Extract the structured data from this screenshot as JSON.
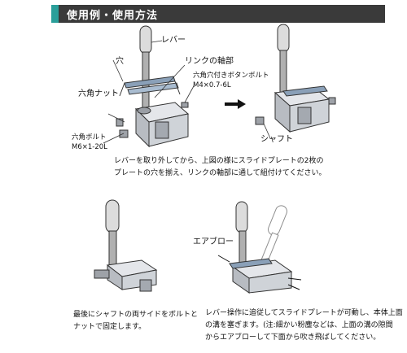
{
  "header": {
    "title": "使用例・使用方法"
  },
  "labels": {
    "lever": "レバー",
    "hole": "穴",
    "link_shaft": "リンクの軸部",
    "hex_socket_bolt_line1": "六角穴付きボタンボルト",
    "hex_socket_bolt_line2": "M4×0.7-6L",
    "hex_nut": "六角ナット",
    "hex_bolt_line1": "六角ボルト",
    "hex_bolt_line2": "M6×1-20L",
    "shaft": "シャフト",
    "air_blow": "エアブロー"
  },
  "captions": {
    "step1_line1": "レバーを取り外してから、上図の様にスライドプレートの2枚の",
    "step1_line2": "プレートの穴を揃え、リンクの軸部に通して組付けてください。",
    "step2_line1": "最後にシャフトの両サイドをボルトと",
    "step2_line2": "ナットで固定します。",
    "step3_line1": "レバー操作に追従してスライドプレートが可動し、本体上面",
    "step3_line2": "の溝を塞ぎます。(注:細かい粉塵などは、上面の溝の隙間",
    "step3_line3": "からエアブローして下面から吹き飛ばしてください。"
  },
  "colors": {
    "header_bg": "#3a3a3a",
    "header_accent": "#2a9f9a",
    "metal": "#c9ccd0",
    "plate": "#8aa0b8"
  }
}
